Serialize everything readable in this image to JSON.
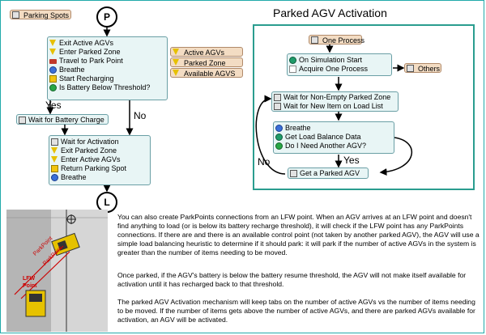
{
  "left_flow": {
    "parking_spots_tag": "Parking Spots",
    "start_node": "P",
    "end_node": "L",
    "box1": [
      "Exit Active AGVs",
      "Enter Parked Zone",
      "Travel to Park Point",
      "Breathe",
      "Start Recharging",
      "Is Battery Below Threshold?"
    ],
    "yes_label": "Yes",
    "no_label": "No",
    "wait_charge": "Wait for Battery Charge",
    "box2": [
      "Wait for Activation",
      "Exit Parked Zone",
      "Enter Active AGVs",
      "Return Parking Spot",
      "Breathe"
    ],
    "legend": [
      "Active AGVs",
      "Parked Zone",
      "Available AGVS"
    ]
  },
  "right_panel": {
    "title": "Parked AGV Activation",
    "one_process": "One Process",
    "start_box": [
      "On Simulation Start",
      "Acquire One Process"
    ],
    "others": "Others",
    "wait_box": [
      "Wait for Non-Empty Parked Zone",
      "Wait for New Item on Load List"
    ],
    "check_box": [
      "Breathe",
      "Get Load Balance Data",
      "Do I Need Another AGV?"
    ],
    "yes_label": "Yes",
    "no_label": "No",
    "get_parked": "Get a Parked AGV"
  },
  "sim_view": {
    "labels": [
      "ParkPoint",
      "ParkPoint",
      "LFW",
      "Point"
    ]
  },
  "paragraphs": [
    "You can also create ParkPoints connections from an LFW point. When an AGV arrives at an LFW point and doesn't find anything to load (or is below its battery recharge threshold), it will check if the LFW point has any ParkPoints connections. If there are and there is an available control point (not taken by another parked AGV), the AGV will use a simple load balancing heuristic to determine if it should park: it will park if the number of active AGVs in the system is greater than the number of items needing to be moved.",
    "Once parked, if the AGV's battery is below the battery resume threshold, the AGV will not make itself available for activation until it has recharged back to that threshold.",
    "The parked AGV Activation mechanism will keep tabs on the number of active AGVs vs the number of items needing to be moved. If the number of items gets above the number of active AGVs, and there are parked AGVs available for activation, an AGV will be activated."
  ],
  "colors": {
    "frame": "#22aaaa",
    "box_fill": "#e8f5f5",
    "tag_fill": "#f3dcc3",
    "panel_border": "#2a9d8f"
  }
}
